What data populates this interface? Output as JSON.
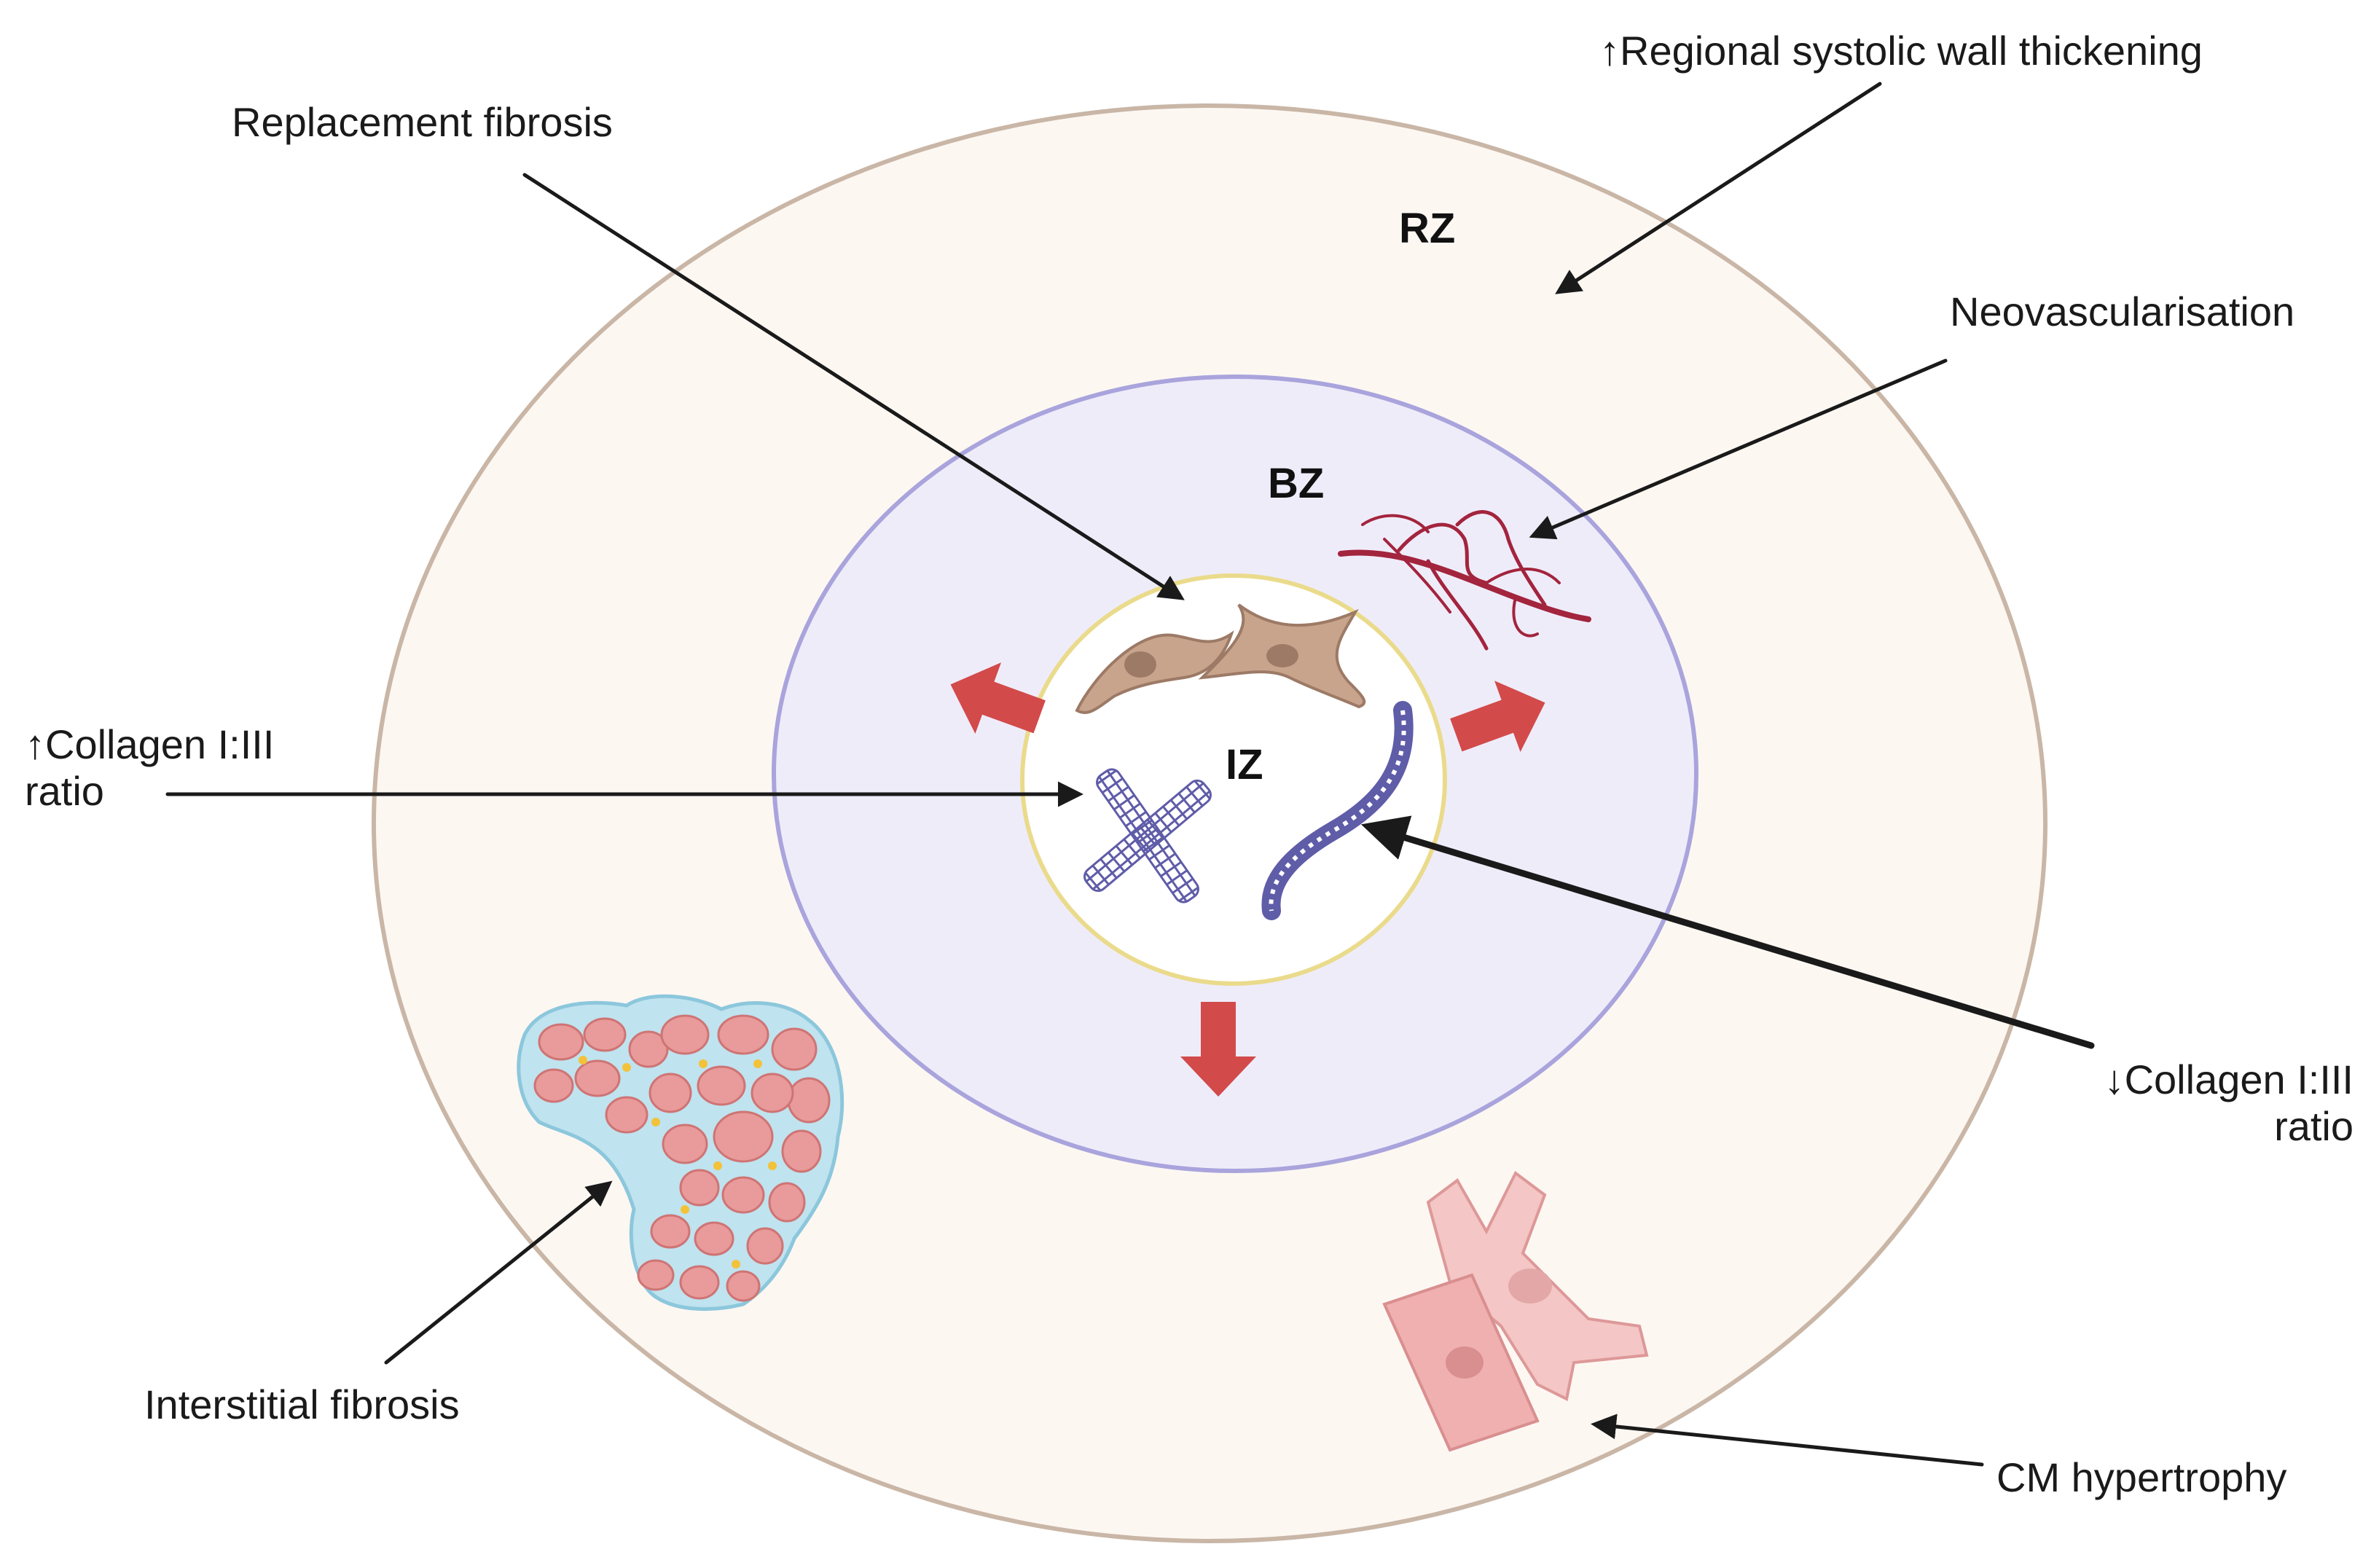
{
  "zones": {
    "rz": "RZ",
    "bz": "BZ",
    "iz": "IZ"
  },
  "labels": {
    "regional": "↑Regional systolic wall thickening",
    "replacement": "Replacement fibrosis",
    "neovasc": "Neovascularisation",
    "collagen_up_line1": "↑Collagen I:III",
    "collagen_up_line2": "ratio",
    "collagen_down_line1": "↓Collagen I:III",
    "collagen_down_line2": "ratio",
    "interstitial": "Interstitial fibrosis",
    "cm": "CM hypertrophy"
  },
  "colors": {
    "rz_fill": "#fdf7f2",
    "rz_stroke": "#c9b6a6",
    "bz_fill": "#efecfa",
    "bz_stroke": "#a9a4dc",
    "iz_stroke": "#eadb8c",
    "red_arrow": "#d24a4a",
    "cell": "#c9a48c",
    "vessel": "#a3243d",
    "collagen": "#5f5ca8",
    "cm": "#f0b0b0"
  }
}
